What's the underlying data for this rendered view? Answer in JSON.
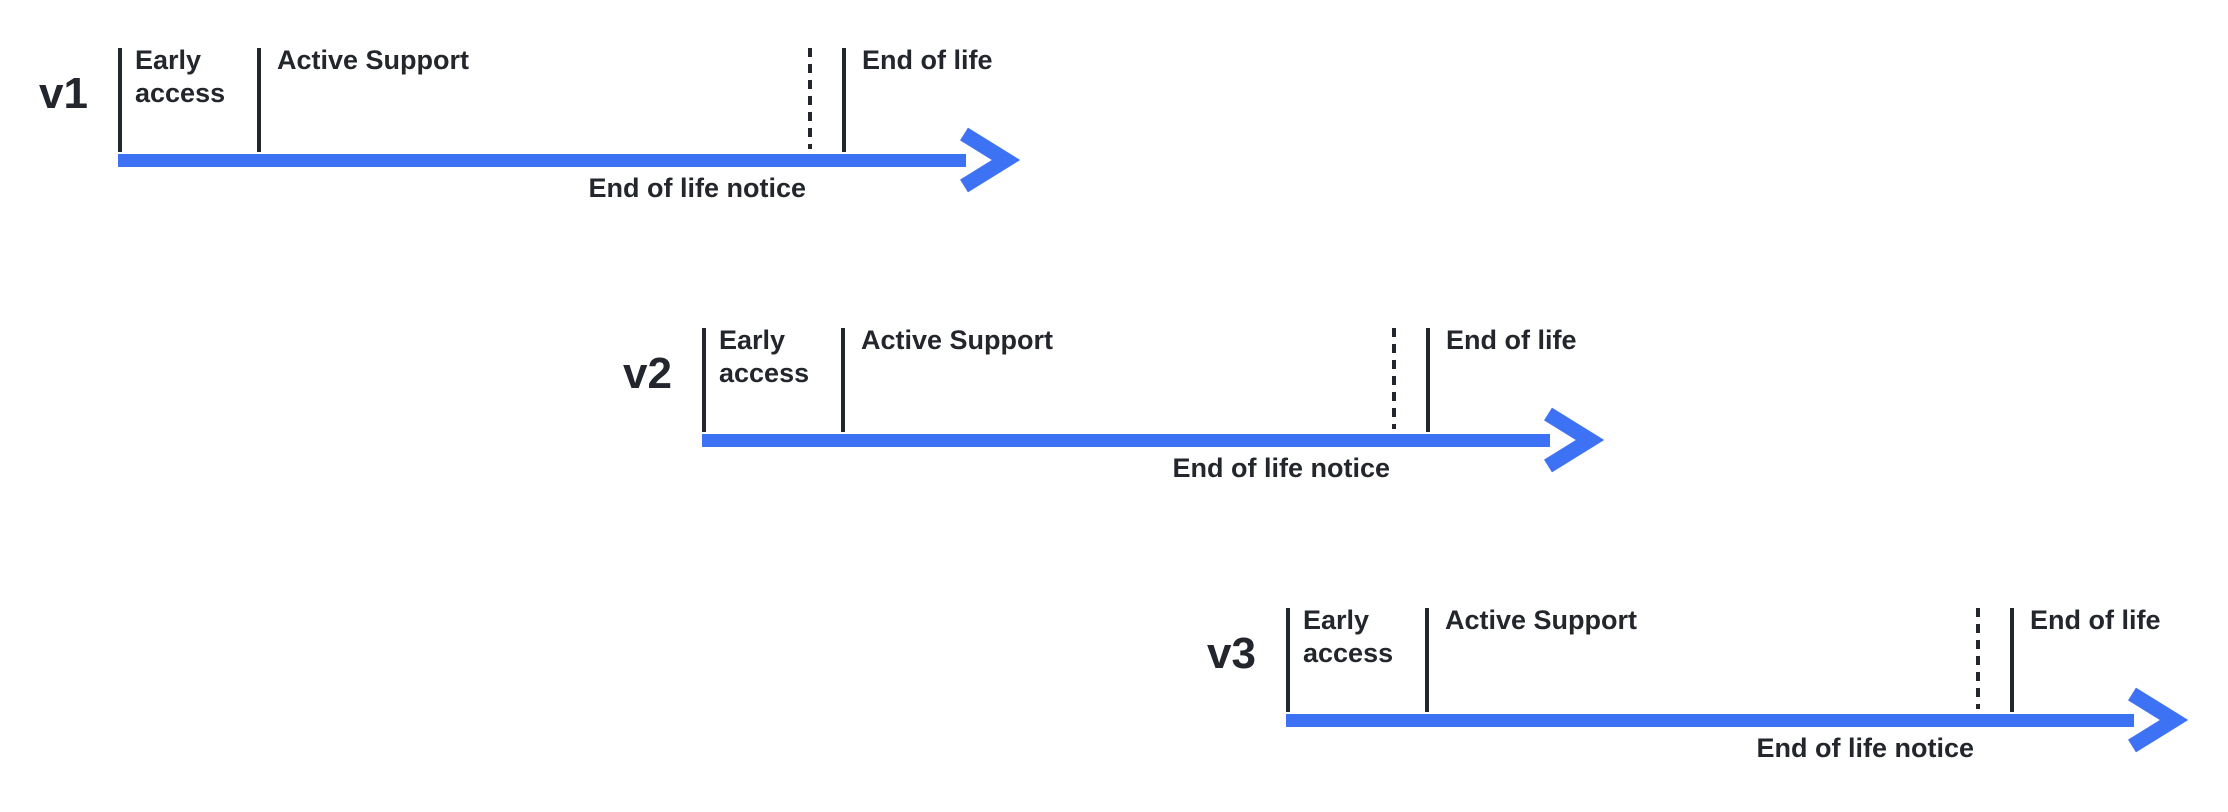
{
  "diagram": {
    "colors": {
      "arrow": "#3e72f4",
      "line": "#23272d",
      "text": "#23272d"
    },
    "versions": [
      {
        "label": "v1",
        "phases": {
          "early_access": "Early access",
          "active_support": "Active Support",
          "end_of_life": "End of life"
        },
        "notice": "End of life notice"
      },
      {
        "label": "v2",
        "phases": {
          "early_access": "Early access",
          "active_support": "Active Support",
          "end_of_life": "End of life"
        },
        "notice": "End of life notice"
      },
      {
        "label": "v3",
        "phases": {
          "early_access": "Early access",
          "active_support": "Active Support",
          "end_of_life": "End of life"
        },
        "notice": "End of life notice"
      }
    ]
  }
}
